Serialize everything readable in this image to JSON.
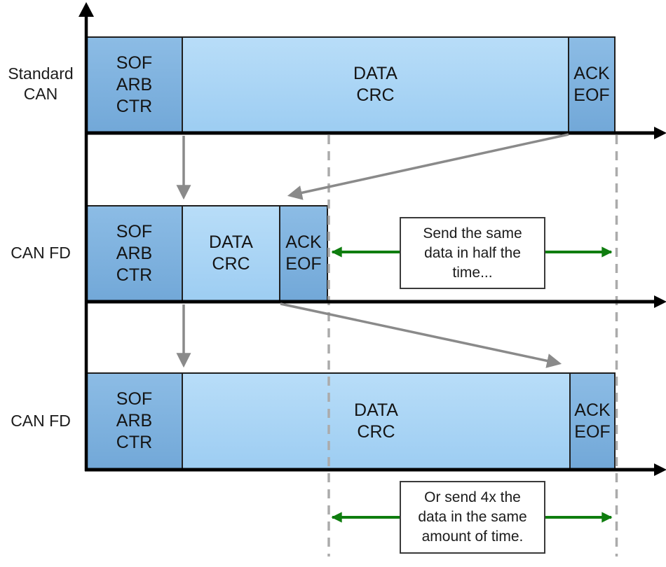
{
  "diagram": {
    "rows": [
      {
        "label_lines": [
          "Standard",
          "CAN"
        ],
        "segments": [
          {
            "name": "sof-arb-ctr",
            "lines": [
              "SOF",
              "ARB",
              "CTR"
            ]
          },
          {
            "name": "data-crc",
            "lines": [
              "DATA",
              "CRC"
            ]
          },
          {
            "name": "ack-eof",
            "lines": [
              "ACK",
              "EOF"
            ]
          }
        ]
      },
      {
        "label_lines": [
          "CAN FD"
        ],
        "segments": [
          {
            "name": "sof-arb-ctr",
            "lines": [
              "SOF",
              "ARB",
              "CTR"
            ]
          },
          {
            "name": "data-crc",
            "lines": [
              "DATA",
              "CRC"
            ]
          },
          {
            "name": "ack-eof",
            "lines": [
              "ACK",
              "EOF"
            ]
          }
        ]
      },
      {
        "label_lines": [
          "CAN FD"
        ],
        "segments": [
          {
            "name": "sof-arb-ctr",
            "lines": [
              "SOF",
              "ARB",
              "CTR"
            ]
          },
          {
            "name": "data-crc",
            "lines": [
              "DATA",
              "CRC"
            ]
          },
          {
            "name": "ack-eof",
            "lines": [
              "ACK",
              "EOF"
            ]
          }
        ]
      }
    ],
    "annotations": [
      {
        "lines": [
          "Send the same",
          "data in half the",
          "time..."
        ]
      },
      {
        "lines": [
          "Or send 4x the",
          "data in the same",
          "amount of time."
        ]
      }
    ],
    "colors": {
      "block_dark_top": "#8cbce5",
      "block_dark_bottom": "#72a8d8",
      "block_light_top": "#b8ddf8",
      "block_light_bottom": "#9dcdf2",
      "block_border": "#1f1f1f",
      "axis_black": "#000000",
      "gray_arrow": "#8a8a8a",
      "dashed_gray": "#ababab",
      "green_arrow": "#0f7d0f"
    }
  }
}
